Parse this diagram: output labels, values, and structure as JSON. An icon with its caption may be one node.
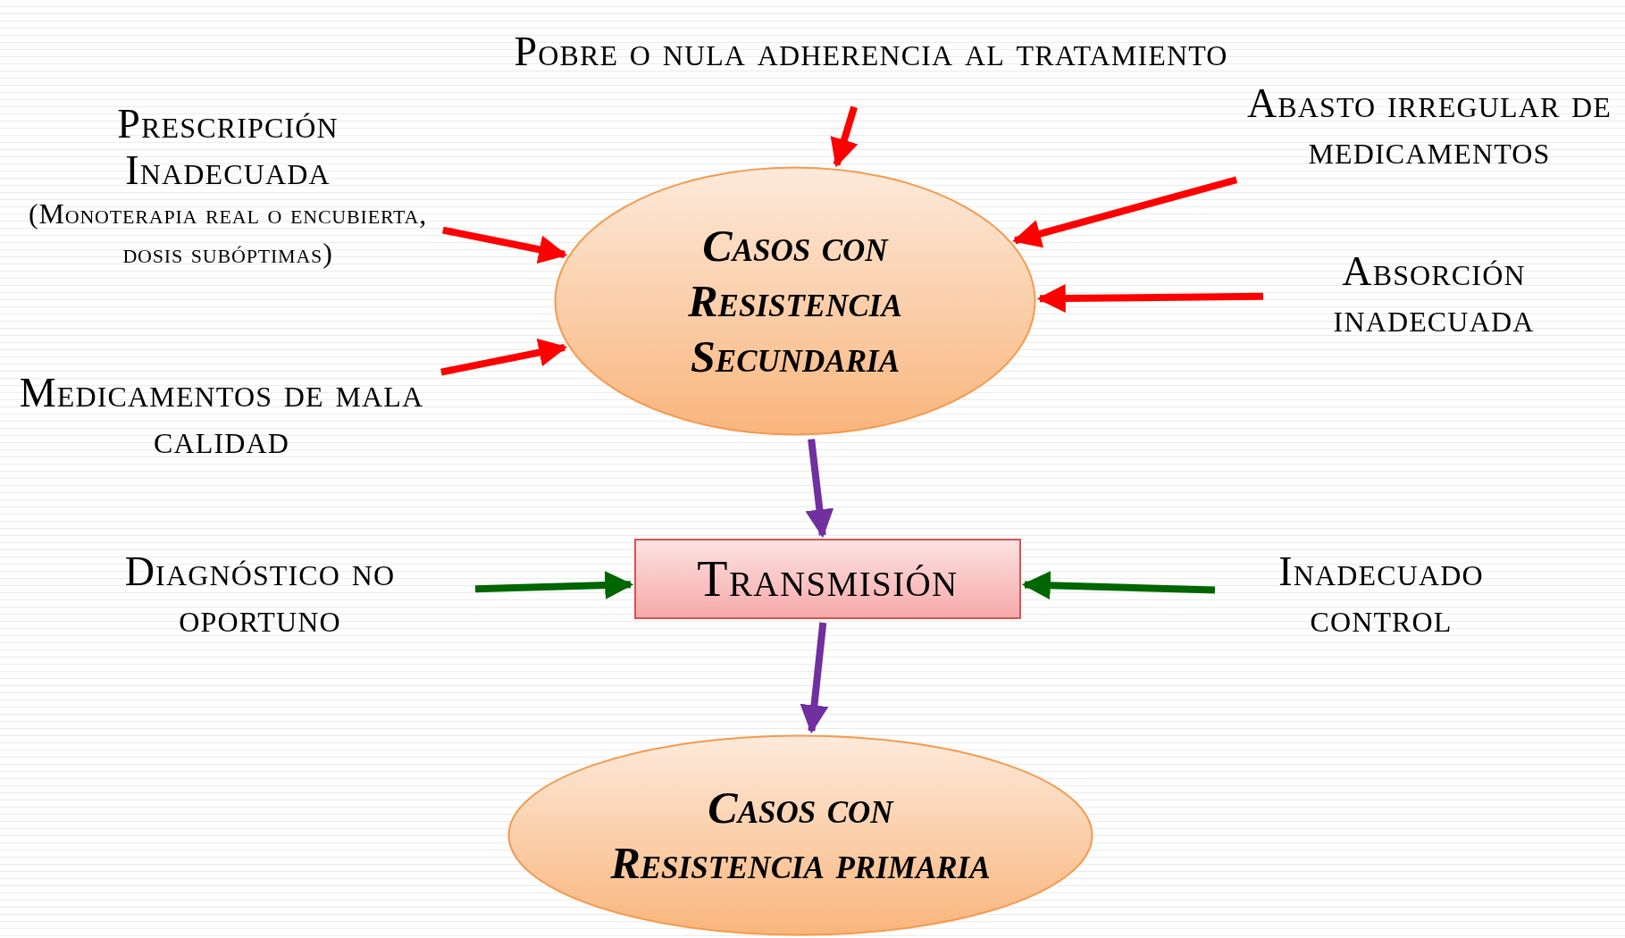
{
  "diagram": {
    "nodes": [
      {
        "text": [
          "Pobre o nula adherencia al tratamiento"
        ]
      },
      {
        "text": [
          "Prescripción Inadecuada",
          "(Monoterapia real o encubierta, dosis subóptimas)"
        ]
      },
      {
        "text": [
          "Abasto irregular de medicamentos"
        ]
      },
      {
        "text": [
          "Casos con Resistencia Secundaria"
        ]
      },
      {
        "text": [
          "Absorción inadecuada"
        ]
      },
      {
        "text": [
          "Medicamentos de mala calidad"
        ]
      },
      {
        "text": [
          "Diagnóstico no oportuno"
        ]
      },
      {
        "text": [
          "Transmisión"
        ]
      },
      {
        "text": [
          "Inadecuado control"
        ]
      },
      {
        "text": [
          "Casos con Resistencia primaria"
        ]
      }
    ],
    "edges": [
      {
        "from": 0,
        "to": 3,
        "arrow": "to"
      },
      {
        "from": 1,
        "to": 3,
        "arrow": "to"
      },
      {
        "from": 2,
        "to": 3,
        "arrow": "to"
      },
      {
        "from": 4,
        "to": 3,
        "arrow": "to"
      },
      {
        "from": 5,
        "to": 3,
        "arrow": "to"
      },
      {
        "from": 3,
        "to": 7,
        "arrow": "to",
        "color": "#7030a0"
      },
      {
        "from": 6,
        "to": 7,
        "arrow": "to",
        "color": "#006600"
      },
      {
        "from": 8,
        "to": 7,
        "arrow": "to",
        "color": "#006600"
      },
      {
        "from": 7,
        "to": 9,
        "arrow": "to",
        "color": "#7030a0"
      }
    ]
  }
}
